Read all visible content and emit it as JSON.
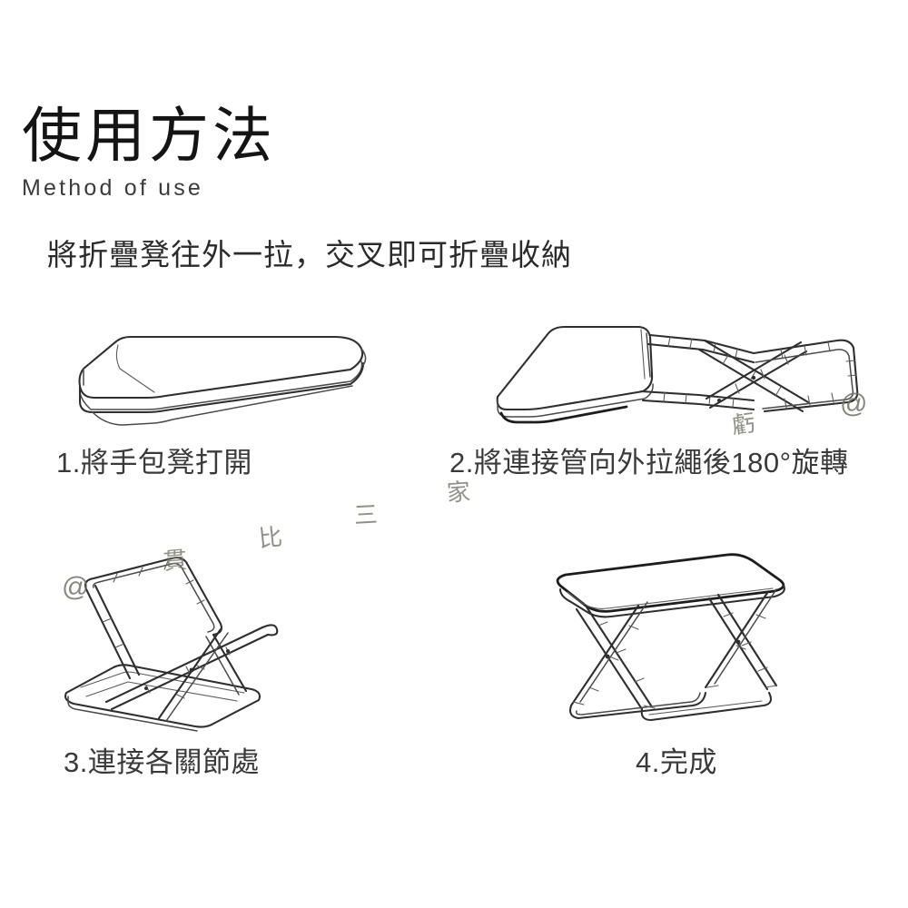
{
  "header": {
    "title_cn": "使用方法",
    "title_en": "Method of use",
    "subtitle": "將折疊凳往外一拉，交叉即可折疊收納"
  },
  "steps": [
    {
      "number": "1",
      "caption": "1.將手包凳打開",
      "illustration": "folded-stool-pouch",
      "description": "flat rounded rectangular folded stool pouch in isometric view"
    },
    {
      "number": "2",
      "caption": "2.將連接管向外拉繩後180°旋轉",
      "illustration": "unfolded-crossed-tubes",
      "description": "stool opened flat with connecting tubes crossing in an X"
    },
    {
      "number": "3",
      "caption": "3.連接各關節處",
      "illustration": "half-assembled-x-frame",
      "description": "tube frame tilted up, joints being connected"
    },
    {
      "number": "4",
      "caption": "4.完成",
      "illustration": "finished-folding-stool",
      "description": "completed folding stool with X legs and seat top"
    }
  ],
  "watermarks": [
    {
      "id": "wm-a",
      "text": "@"
    },
    {
      "id": "wm-b",
      "text": "虧"
    },
    {
      "id": "wm-c",
      "text": "家"
    },
    {
      "id": "wm-d",
      "text": "比"
    },
    {
      "id": "wm-e",
      "text": "三"
    },
    {
      "id": "wm-f",
      "text": "貫"
    },
    {
      "id": "wm-g",
      "text": "@"
    }
  ],
  "colors": {
    "background": "#ffffff",
    "title": "#141414",
    "subtitle": "#2b2b2b",
    "caption": "#3a3a3a",
    "line_art": "#2f2f2f",
    "watermark": "#7b7a6e"
  }
}
